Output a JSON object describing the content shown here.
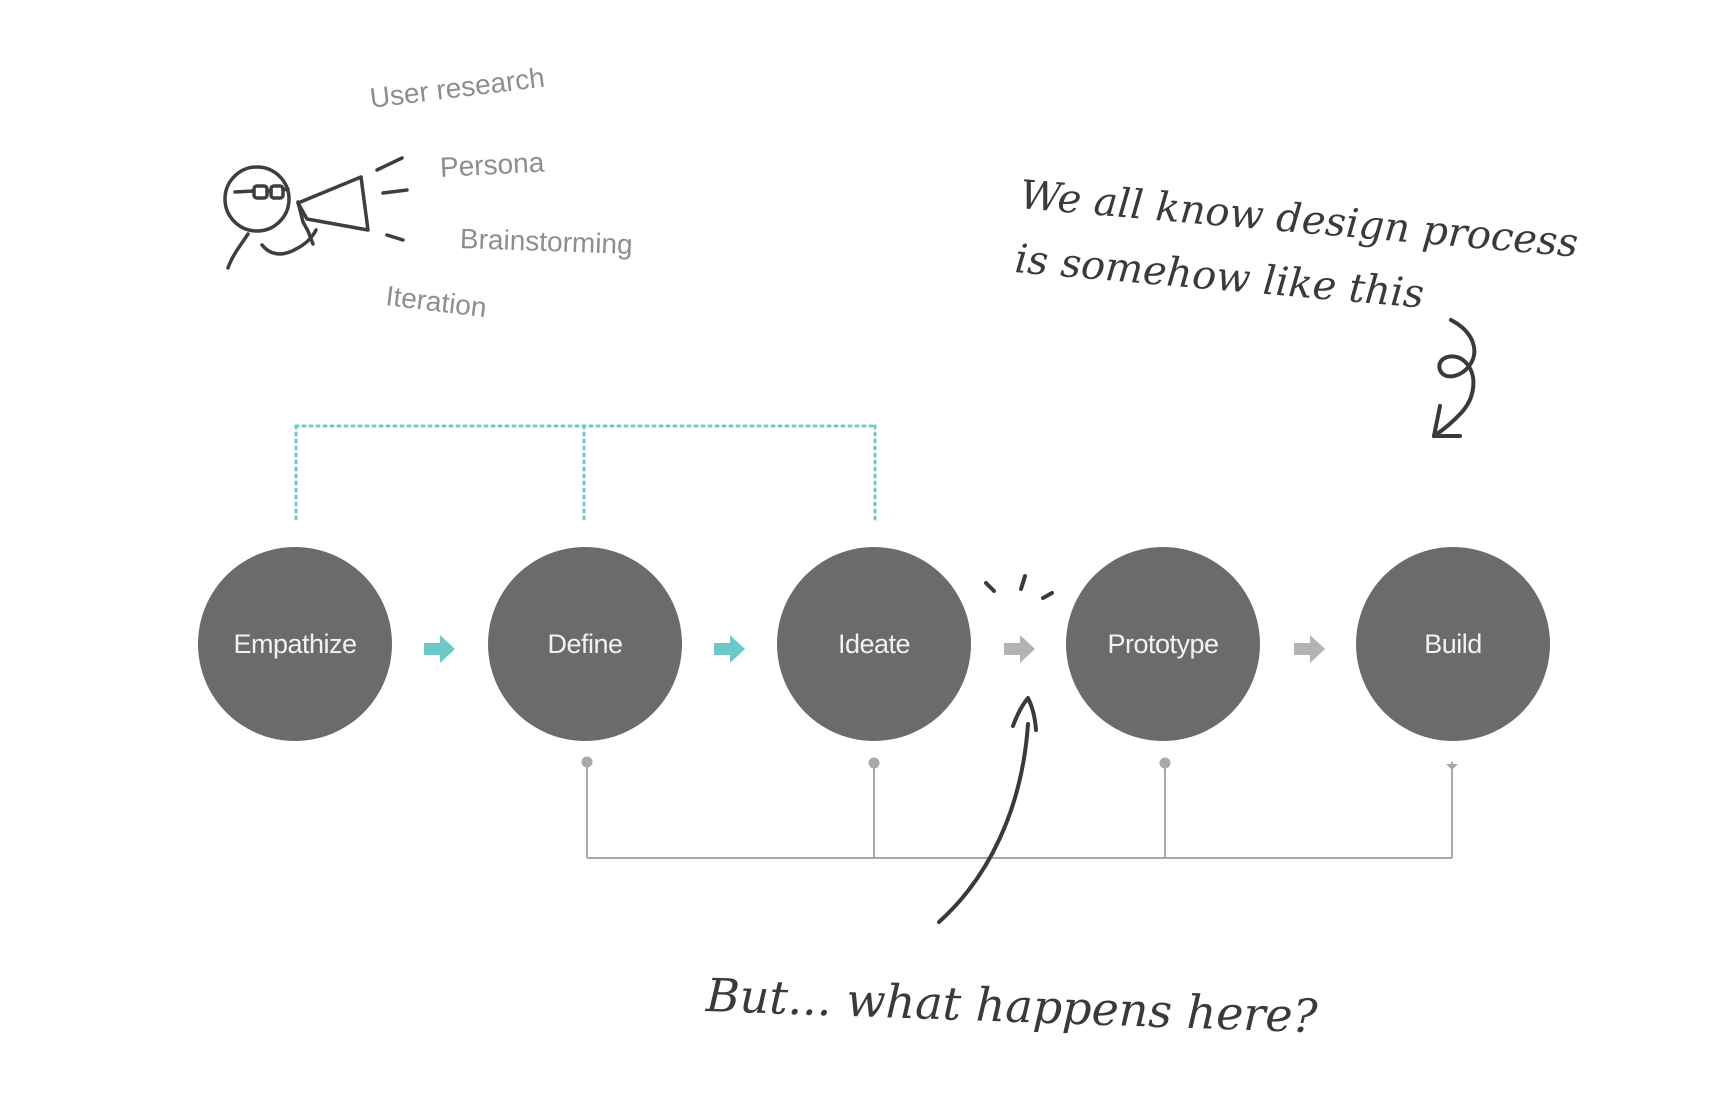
{
  "colors": {
    "node_fill": "#6b6b6b",
    "node_text": "#f2f2f2",
    "teal": "#6cc9c6",
    "grey_arrow": "#b3b3b3",
    "connector": "#a8a8a8",
    "ink": "#3a3a3a",
    "keyword_text": "#8e8e8e"
  },
  "speaker": {
    "icon": "person-megaphone-icon",
    "keywords": [
      "User research",
      "Persona",
      "Brainstorming",
      "Iteration"
    ]
  },
  "annotations": {
    "top_note_line1": "We all know design process",
    "top_note_line2": "is somehow like this",
    "bottom_note": "But... what happens here?"
  },
  "process": {
    "steps": [
      "Empathize",
      "Define",
      "Ideate",
      "Prototype",
      "Build"
    ],
    "arrows": [
      {
        "from": "Empathize",
        "to": "Define",
        "color": "teal"
      },
      {
        "from": "Define",
        "to": "Ideate",
        "color": "teal"
      },
      {
        "from": "Ideate",
        "to": "Prototype",
        "color": "grey"
      },
      {
        "from": "Prototype",
        "to": "Build",
        "color": "grey"
      }
    ],
    "dotted_loop_steps": [
      "Empathize",
      "Define",
      "Ideate"
    ],
    "feedback_loop_steps": [
      "Define",
      "Ideate",
      "Prototype",
      "Build"
    ]
  }
}
